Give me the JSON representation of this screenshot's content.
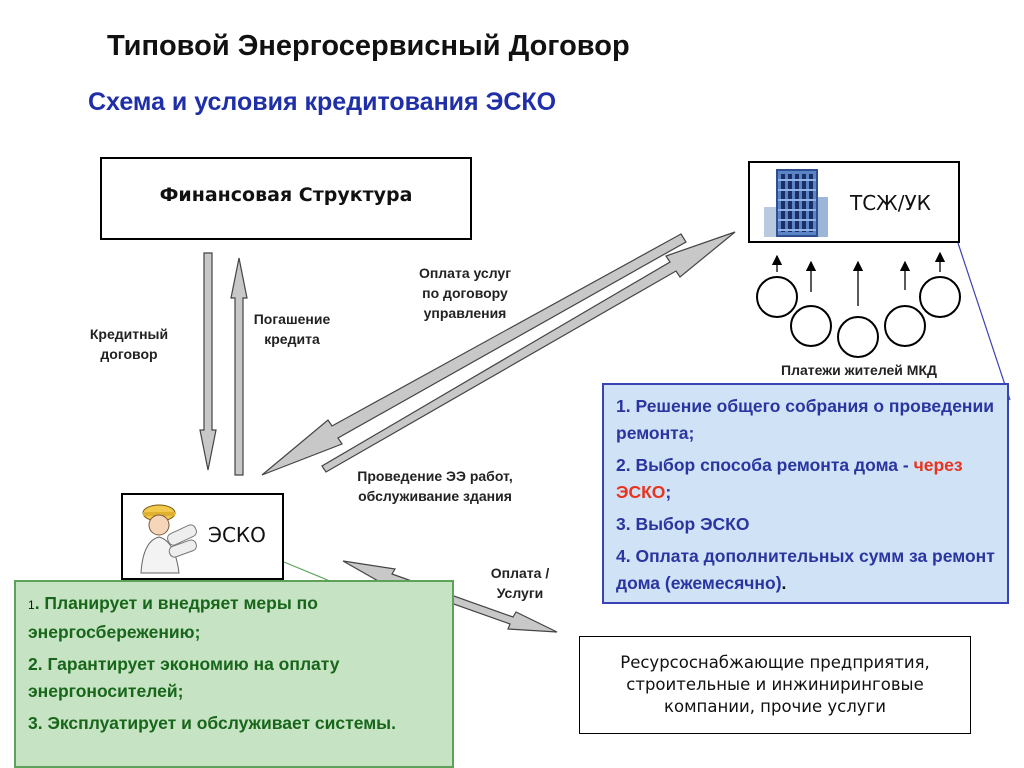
{
  "title": "Типовой Энергосервисный Договор",
  "subtitle": "Схема и условия кредитования ЭСКО",
  "nodes": {
    "financial": "Финансовая Структура",
    "tsz": "ТСЖ/УК",
    "esco": "ЭСКО",
    "resources": "Ресурсоснабжающие предприятия, строительные и инжиниринговые компании, прочие услуги"
  },
  "labels": {
    "credit_contract": [
      "Кредитный",
      "договор"
    ],
    "repayment": [
      "Погашение",
      "кредита"
    ],
    "management_payment": [
      "Оплата услуг",
      "по договору",
      "управления"
    ],
    "ee_works": [
      "Проведение ЭЭ работ,",
      "обслуживание здания"
    ],
    "payment_services": [
      "Оплата /",
      "Услуги"
    ],
    "residents_payments": "Платежи жителей МКД"
  },
  "blue_panel": {
    "item1": "1. Решение общего собрания о проведении ремонта;",
    "item2_prefix": "2. Выбор способа ремонта дома - ",
    "item2_highlight": "через ЭСКО",
    "item2_suffix": ";",
    "item3": "3. Выбор ЭСКО",
    "item4": "4. Оплата дополнительных сумм за ремонт дома (ежемесячно)",
    "item4_suffix": "."
  },
  "green_panel": {
    "item1_num": "1",
    "item1_dot": ".",
    "item1_text": " Планирует и внедряет меры по энергосбережению;",
    "item2": "2. Гарантирует экономию на оплату энергоносителей;",
    "item3": "3. Эксплуатирует и обслуживает системы."
  },
  "colors": {
    "title": "#111111",
    "subtitle": "#1f2fa8",
    "blue_panel_bg": "#cfe2f6",
    "blue_panel_text": "#2b35a0",
    "green_panel_bg": "#c6e3c3",
    "green_panel_text": "#17661a",
    "highlight": "#e8341f"
  }
}
